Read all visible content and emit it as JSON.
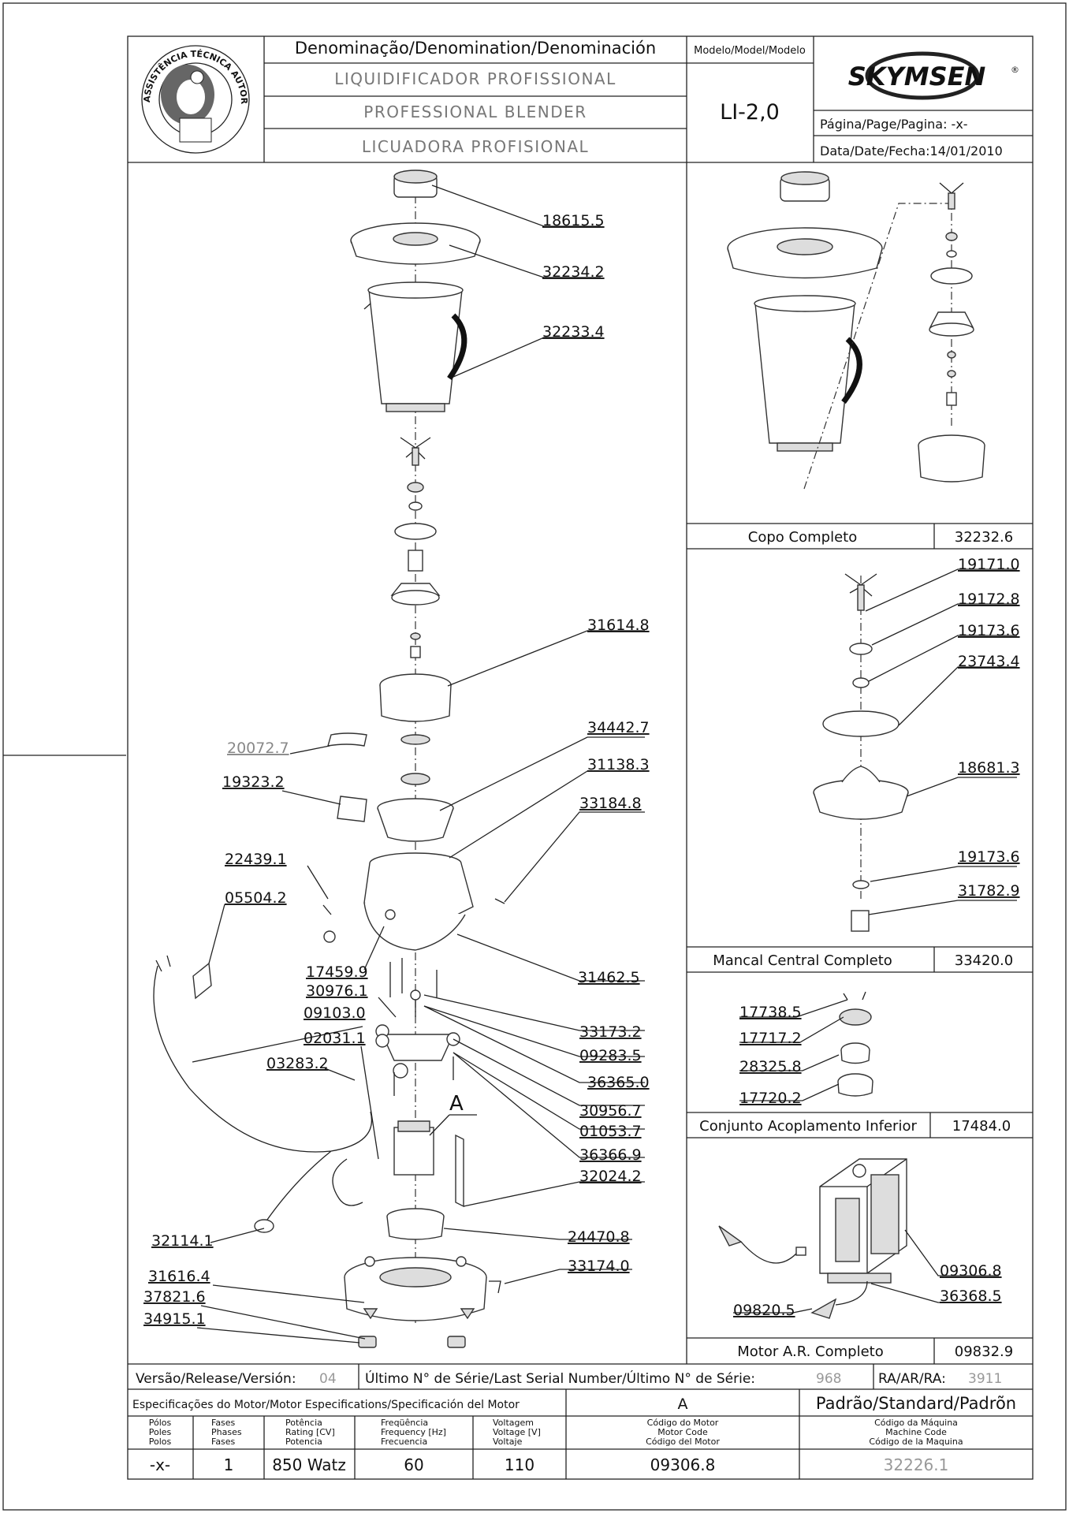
{
  "header": {
    "denomination_title": "Denominação/Denomination/Denominación",
    "name_pt": "LIQUIDIFICADOR PROFISSIONAL",
    "name_en": "PROFESSIONAL BLENDER",
    "name_es": "LICUADORA PROFISIONAL",
    "model_label": "Modelo/Model/Modelo",
    "model_value": "LI-2,0",
    "brand": "SKYMSEN",
    "brand_mark": "®",
    "page_label": "Página/Page/Pagina: -x-",
    "date_label": "Data/Date/Fecha:14/01/2010",
    "seal_text": "ASSISTÊNCIA TÉCNICA AUTORIZADA"
  },
  "main_parts": [
    {
      "code": "18615.5"
    },
    {
      "code": "32234.2"
    },
    {
      "code": "32233.4"
    },
    {
      "code": "31614.8"
    },
    {
      "code": "20072.7"
    },
    {
      "code": "34442.7"
    },
    {
      "code": "19323.2"
    },
    {
      "code": "31138.3"
    },
    {
      "code": "33184.8"
    },
    {
      "code": "22439.1"
    },
    {
      "code": "05504.2"
    },
    {
      "code": "17459.9"
    },
    {
      "code": "31462.5"
    },
    {
      "code": "30976.1"
    },
    {
      "code": "09103.0"
    },
    {
      "code": "33173.2"
    },
    {
      "code": "02031.1"
    },
    {
      "code": "09283.5"
    },
    {
      "code": "03283.2"
    },
    {
      "code": "36365.0"
    },
    {
      "code": "30956.7"
    },
    {
      "code": "01053.7"
    },
    {
      "code": "36366.9"
    },
    {
      "code": "32024.2"
    },
    {
      "code": "24470.8"
    },
    {
      "code": "32114.1"
    },
    {
      "code": "33174.0"
    },
    {
      "code": "31616.4"
    },
    {
      "code": "37821.6"
    },
    {
      "code": "34915.1"
    }
  ],
  "detail_label_a": "A",
  "assemblies": [
    {
      "name": "Copo Completo",
      "code": "32232.6"
    },
    {
      "name": "Mancal Central Completo",
      "code": "33420.0",
      "parts": [
        "19171.0",
        "19172.8",
        "19173.6",
        "23743.4",
        "18681.3",
        "19173.6",
        "31782.9"
      ]
    },
    {
      "name": "Conjunto Acoplamento Inferior",
      "code": "17484.0",
      "parts": [
        "17738.5",
        "17717.2",
        "28325.8",
        "17720.2"
      ]
    },
    {
      "name": "Motor A.R. Completo",
      "code": "09832.9",
      "parts": [
        "09306.8",
        "36368.5",
        "09820.5"
      ]
    }
  ],
  "footer": {
    "version_label": "Versão/Release/Versión:",
    "version_value": "04",
    "serial_label": "Último N° de Série/Last Serial Number/Último N° de Série:",
    "serial_value": "968",
    "ra_label": "RA/AR/RA:",
    "ra_value": "3911",
    "motor_spec_label": "Especificações do Motor/Motor Especifications/Specificación del Motor",
    "motor_variant": "A",
    "standard_label": "Padrão/Standard/Padrõn",
    "columns": [
      [
        "Pólos",
        "Poles",
        "Polos"
      ],
      [
        "Fases",
        "Phases",
        "Fases"
      ],
      [
        "Potência",
        "Rating [CV]",
        "Potencia"
      ],
      [
        "Freqüência",
        "Frequency [Hz]",
        "Frecuencia"
      ],
      [
        "Voltagem",
        "Voltage [V]",
        "Voltaje"
      ],
      [
        "Código do Motor",
        "Motor Code",
        "Código del Motor"
      ],
      [
        "Código da Máquina",
        "Machine Code",
        "Código de la Maquina"
      ]
    ],
    "values": [
      "-x-",
      "1",
      "850 Watz",
      "60",
      "110",
      "09306.8",
      "32226.1"
    ]
  }
}
